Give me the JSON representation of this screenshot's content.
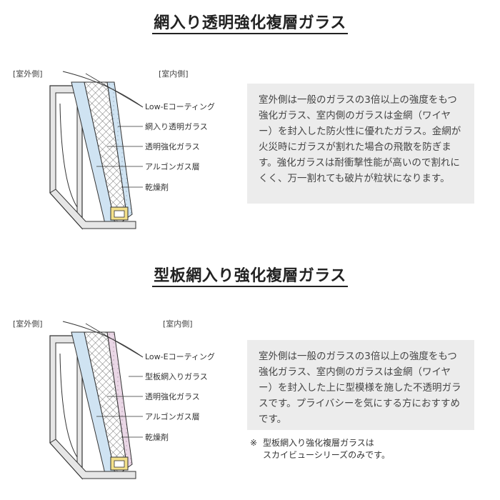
{
  "section1": {
    "title": "網入り透明強化複層ガラス",
    "outdoor_label": "[室外側]",
    "indoor_label": "[室内側]",
    "layers": [
      "Low-Eコーティング",
      "網入り透明ガラス",
      "透明強化ガラス",
      "アルゴンガス層",
      "乾燥剤"
    ],
    "description": "室外側は一般のガラスの3倍以上の強度をもつ強化ガラス、室内側のガラスは金網（ワイヤー）を封入した防火性に優れたガラス。金網が火災時にガラスが割れた場合の飛散を防ぎます。強化ガラスは耐衝撃性能が高いので割れにくく、万一割れても破片が粒状になります。"
  },
  "section2": {
    "title": "型板網入り強化複層ガラス",
    "outdoor_label": "[室外側]",
    "indoor_label": "[室内側]",
    "layers": [
      "Low-Eコーティング",
      "型板網入りガラス",
      "透明強化ガラス",
      "アルゴンガス層",
      "乾燥剤"
    ],
    "description": "室外側は一般のガラスの3倍以上の強度をもつ強化ガラス、室内側のガラスは金網（ワイヤー）を封入した上に型模様を施した不透明ガラスです。プライバシーを気にする方におすすめです。",
    "note_mark": "※",
    "note": "型板網入り強化複層ガラスは\nスカイビューシリーズのみです。"
  },
  "colors": {
    "glass_blue": "#cfe3f2",
    "glass_pink": "#ead7e6",
    "frame_gray": "#e6e6e6",
    "spacer_yellow": "#f3e08a",
    "panel_bg": "#ececec"
  }
}
